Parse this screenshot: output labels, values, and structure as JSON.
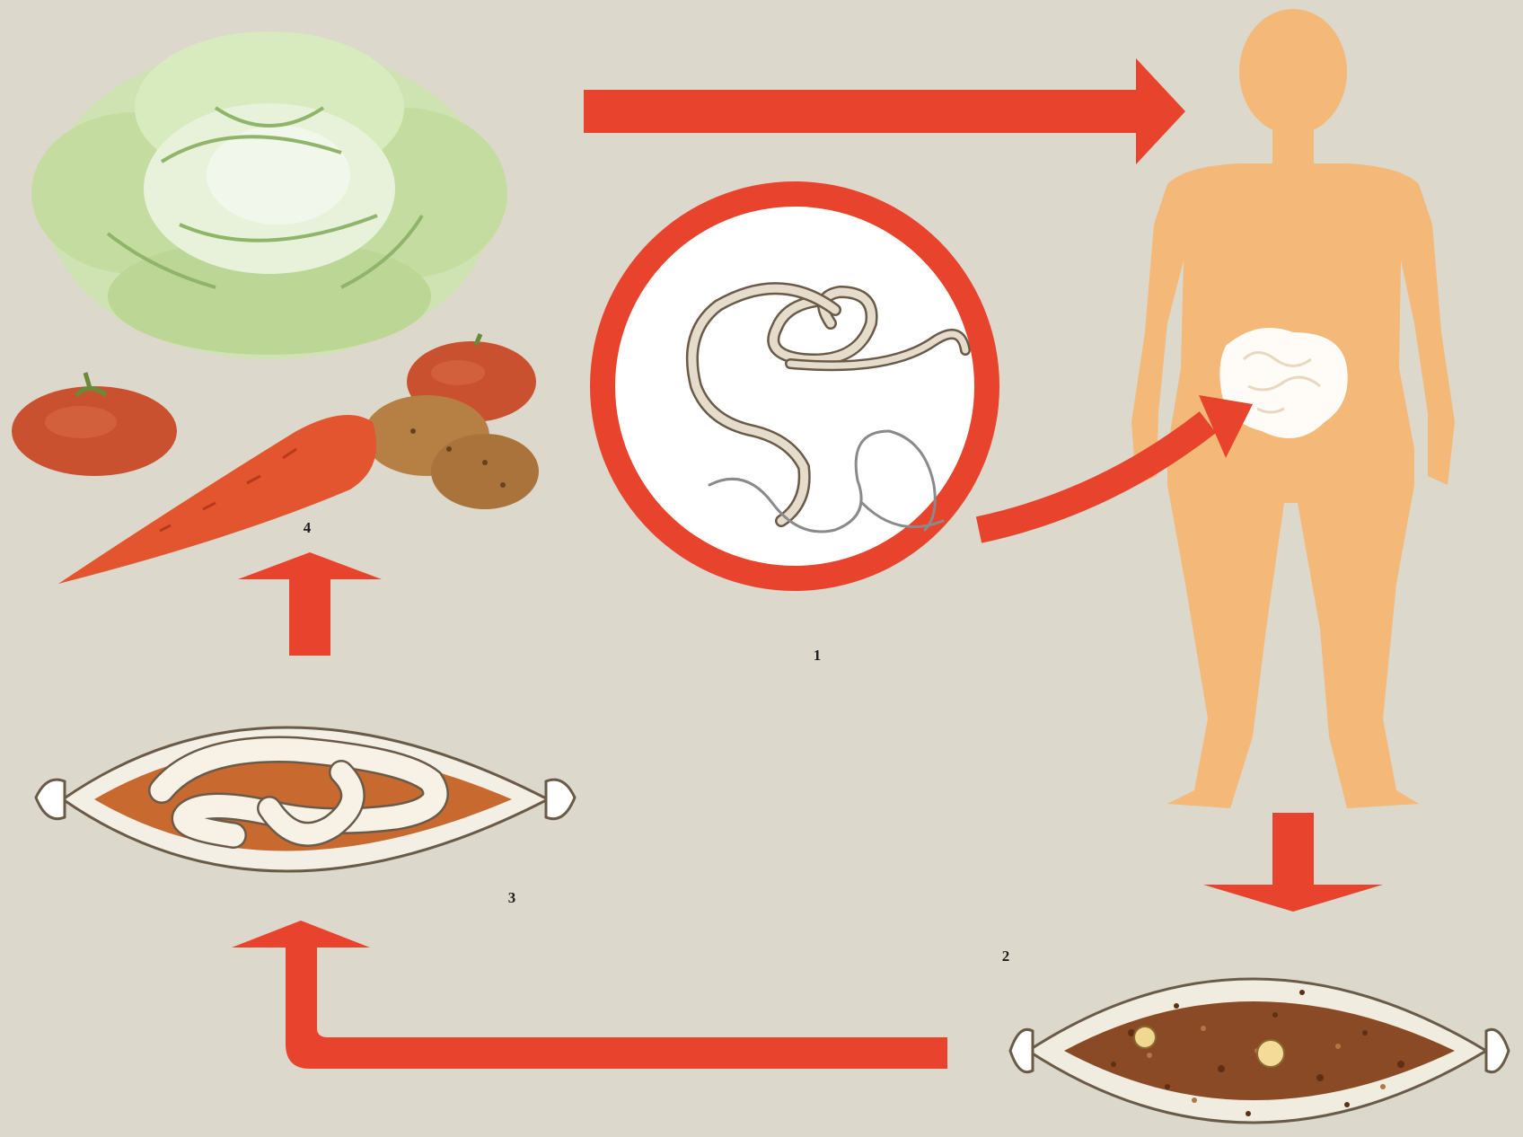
{
  "diagram": {
    "stage_labels": {
      "adult_worm": "1",
      "egg_in_feces": "2",
      "embryonated_egg": "3",
      "contaminated_food": "4"
    },
    "colors": {
      "background": "#dcd8cc",
      "arrow": "#e8432c",
      "human_body": "#f4b878",
      "egg_fill": "#8a4a25",
      "larva_fill": "#c86a30",
      "cabbage": "#cfe3b2"
    },
    "icons": [
      "cabbage-icon",
      "tomato-icon",
      "carrot-icon",
      "potato-icon",
      "human-body-icon",
      "adult-worm-icon",
      "intestine-icon",
      "fertilized-egg-icon",
      "larvated-egg-icon"
    ]
  }
}
